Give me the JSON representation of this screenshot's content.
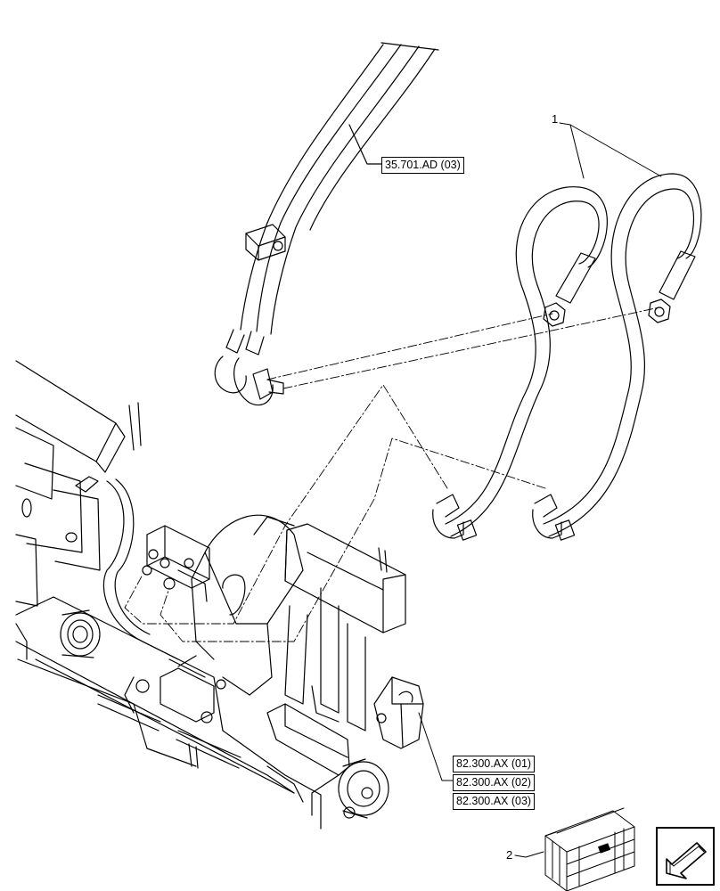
{
  "diagram": {
    "callouts": {
      "item1": "1",
      "item2": "2"
    },
    "references": {
      "top": "35.701.AD (03)",
      "stack": [
        "82.300.AX (01)",
        "82.300.AX (02)",
        "82.300.AX (03)"
      ]
    },
    "icons": {
      "nav": "arrow-down-left-icon",
      "kit": "parts-crate-icon"
    },
    "colors": {
      "line": "#000000",
      "background": "#ffffff"
    }
  }
}
